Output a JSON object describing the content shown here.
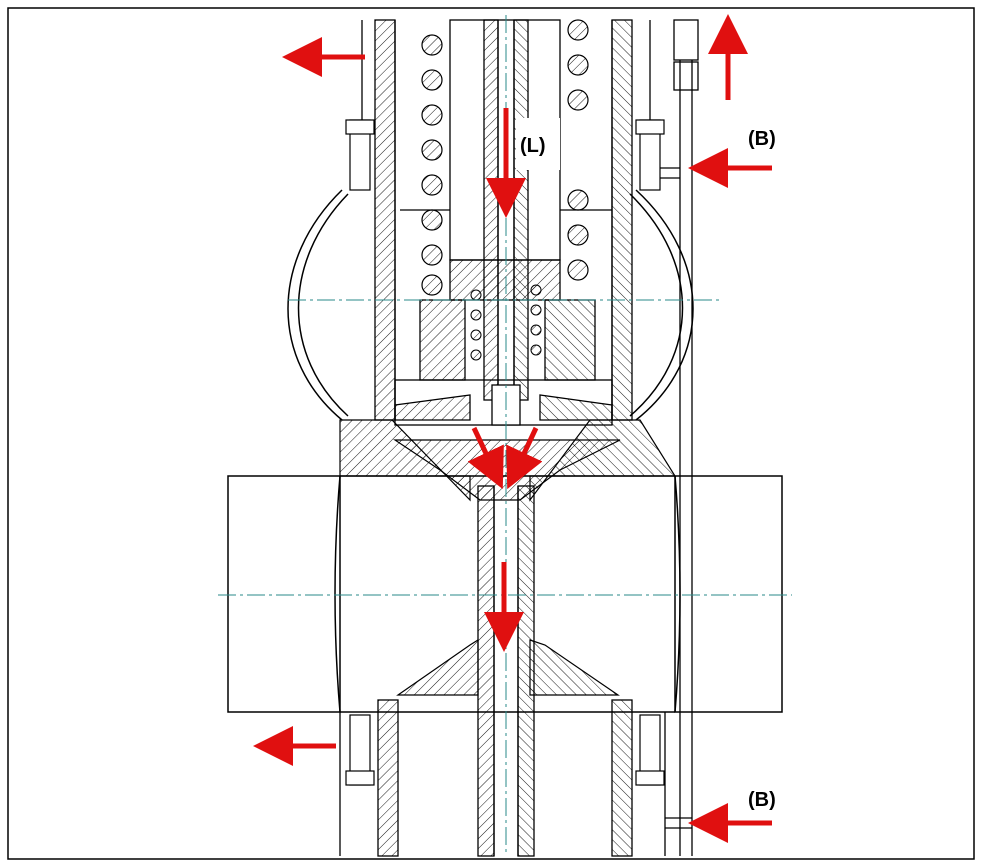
{
  "labels": {
    "leakage": "(L)",
    "barrier_top": "(B)",
    "barrier_bottom": "(B)"
  },
  "colors": {
    "arrow": "#e01010",
    "line": "#000000",
    "centerline": "#2a8a8a",
    "frame": "#000000"
  }
}
